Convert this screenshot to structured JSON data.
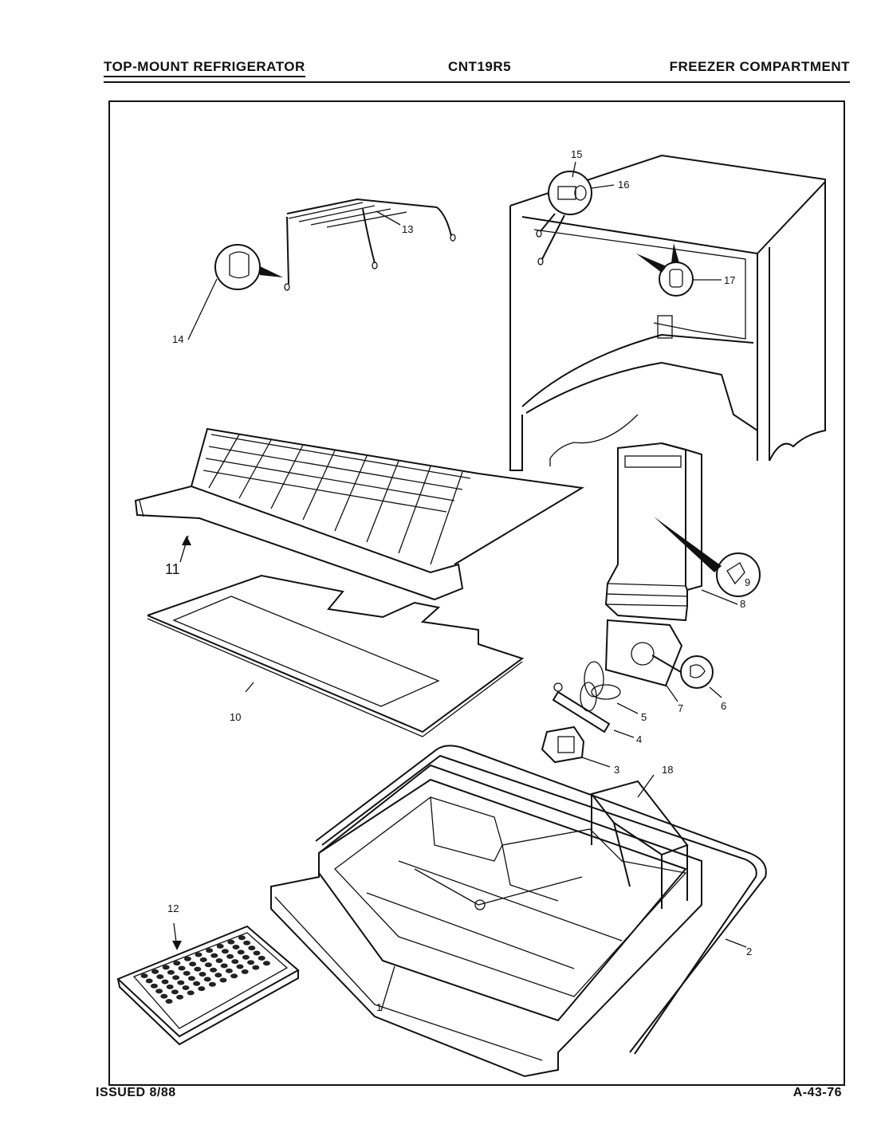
{
  "header": {
    "left": "TOP-MOUNT REFRIGERATOR",
    "center": "CNT19R5",
    "right": "FREEZER COMPARTMENT"
  },
  "footer": {
    "left": "ISSUED 8/88",
    "right": "A-43-76"
  },
  "callouts": {
    "c1": "1",
    "c2": "2",
    "c3": "3",
    "c4": "4",
    "c5": "5",
    "c6": "6",
    "c7": "7",
    "c8": "8",
    "c9": "9",
    "c10": "10",
    "c11": "11",
    "c12": "12",
    "c13": "13",
    "c14": "14",
    "c15": "15",
    "c16": "16",
    "c17": "17",
    "c18": "18"
  }
}
